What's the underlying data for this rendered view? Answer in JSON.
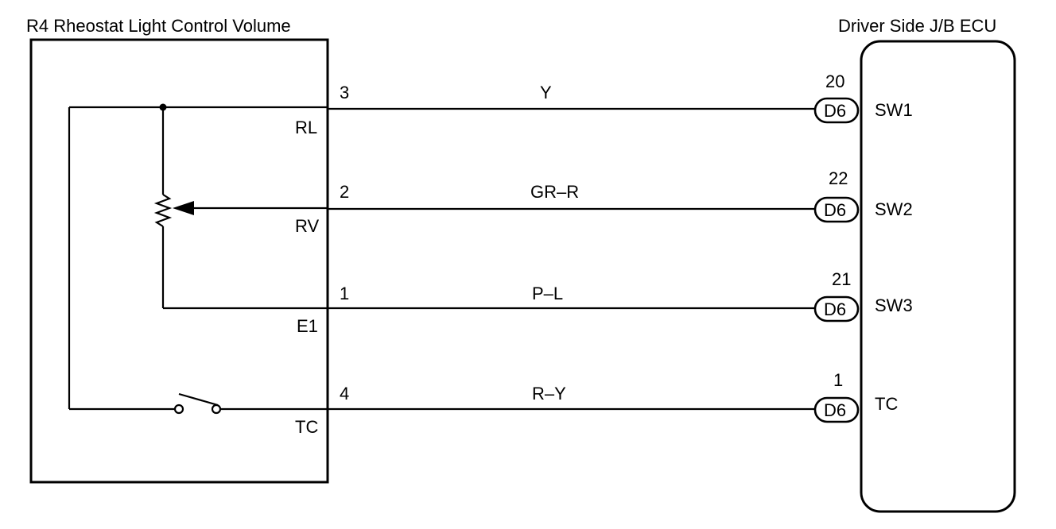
{
  "left_component": {
    "title": "R4 Rheostat Light Control Volume",
    "terminals": [
      {
        "pin": "3",
        "name": "RL"
      },
      {
        "pin": "2",
        "name": "RV"
      },
      {
        "pin": "1",
        "name": "E1"
      },
      {
        "pin": "4",
        "name": "TC"
      }
    ]
  },
  "right_component": {
    "title": "Driver Side J/B ECU",
    "terminals": [
      {
        "pin": "20",
        "connector": "D6",
        "name": "SW1"
      },
      {
        "pin": "22",
        "connector": "D6",
        "name": "SW2"
      },
      {
        "pin": "21",
        "connector": "D6",
        "name": "SW3"
      },
      {
        "pin": "1",
        "connector": "D6",
        "name": "TC"
      }
    ]
  },
  "wires": [
    {
      "color": "Y"
    },
    {
      "color": "GR–R"
    },
    {
      "color": "P–L"
    },
    {
      "color": "R–Y"
    }
  ]
}
